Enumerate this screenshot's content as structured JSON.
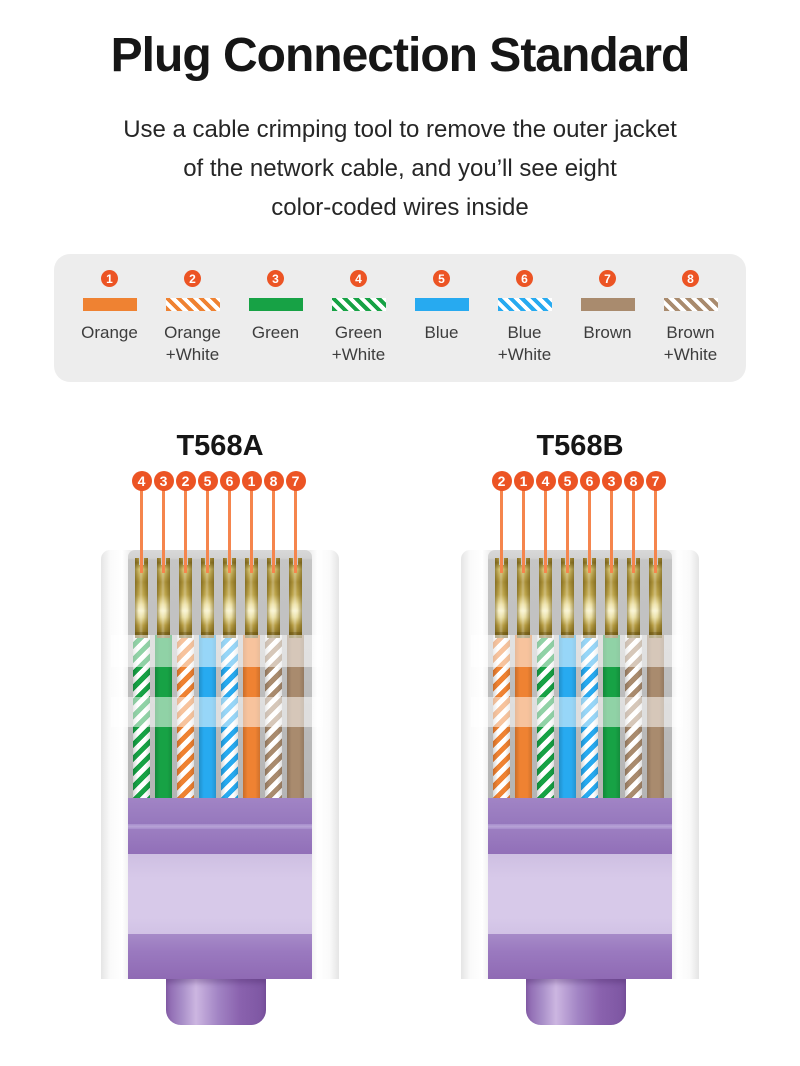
{
  "header": {
    "title": "Plug Connection Standard",
    "subtitle_lines": [
      "Use a cable crimping tool to remove the outer jacket",
      "of the network cable, and you’ll see eight",
      "color-coded wires inside"
    ]
  },
  "colors": {
    "badge": "#ec5424",
    "leader_line": "#f5854d",
    "panel_bg": "#ededed",
    "orange": "#ef8232",
    "green": "#17a245",
    "blue": "#27aaf0",
    "brown": "#a98b6e",
    "boot_purple": "#9678bd",
    "gold_pin_highlight": "#f8f2cc"
  },
  "wire_codes": {
    "1": {
      "label": "Orange",
      "color_key": "orange",
      "striped": false
    },
    "2": {
      "label": "Orange+White",
      "color_key": "orange",
      "striped": true
    },
    "3": {
      "label": "Green",
      "color_key": "green",
      "striped": false
    },
    "4": {
      "label": "Green+White",
      "color_key": "green",
      "striped": true
    },
    "5": {
      "label": "Blue",
      "color_key": "blue",
      "striped": false
    },
    "6": {
      "label": "Blue+White",
      "color_key": "blue",
      "striped": true
    },
    "7": {
      "label": "Brown",
      "color_key": "brown",
      "striped": false
    },
    "8": {
      "label": "Brown+White",
      "color_key": "brown",
      "striped": true
    }
  },
  "legend": {
    "items": [
      {
        "num": "1",
        "lines": [
          "Orange"
        ]
      },
      {
        "num": "2",
        "lines": [
          "Orange",
          "+White"
        ]
      },
      {
        "num": "3",
        "lines": [
          "Green"
        ]
      },
      {
        "num": "4",
        "lines": [
          "Green",
          "+White"
        ]
      },
      {
        "num": "5",
        "lines": [
          "Blue"
        ]
      },
      {
        "num": "6",
        "lines": [
          "Blue",
          "+White"
        ]
      },
      {
        "num": "7",
        "lines": [
          "Brown"
        ]
      },
      {
        "num": "8",
        "lines": [
          "Brown",
          "+White"
        ]
      }
    ]
  },
  "connectors": [
    {
      "name": "T568A",
      "pin_order": [
        "4",
        "3",
        "2",
        "5",
        "6",
        "1",
        "8",
        "7"
      ]
    },
    {
      "name": "T568B",
      "pin_order": [
        "2",
        "1",
        "4",
        "5",
        "6",
        "3",
        "8",
        "7"
      ]
    }
  ]
}
